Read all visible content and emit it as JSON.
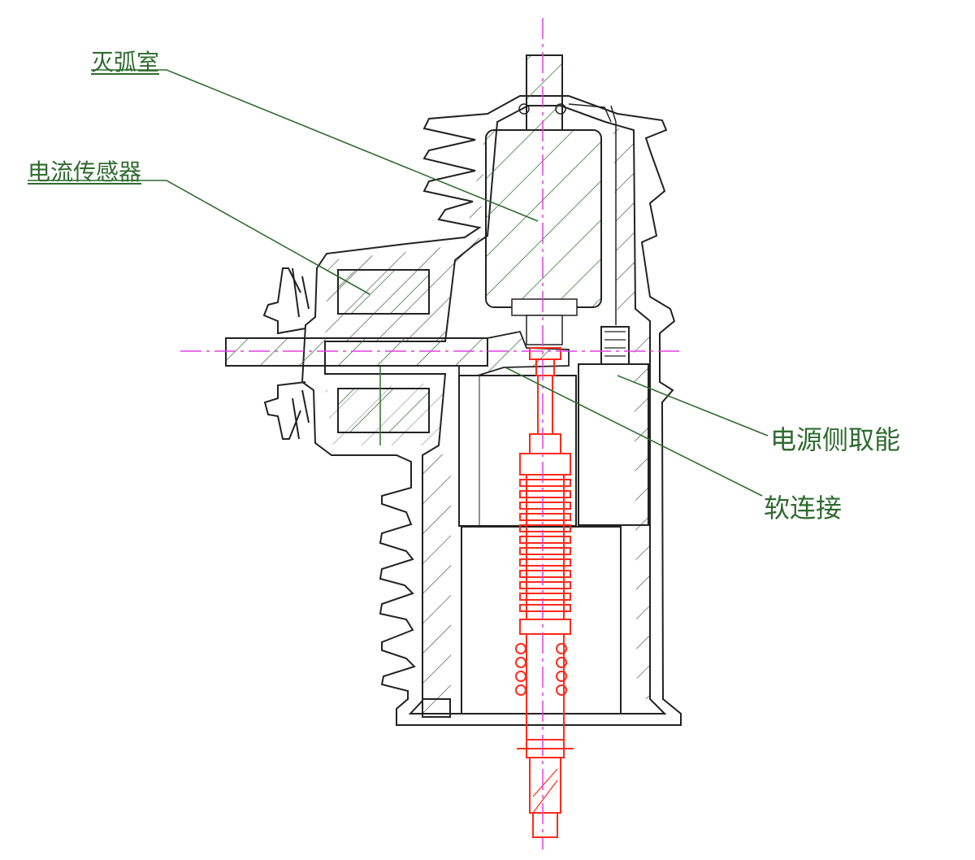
{
  "labels": {
    "arc_chamber": "灭弧室",
    "current_sensor": "电流传感器",
    "power_side_energy": "电源侧取能",
    "soft_connection": "软连接"
  },
  "colors": {
    "outline": "#222222",
    "hatch": "#3a7a3a",
    "label": "#2f6b2f",
    "leader": "#2f6b2f",
    "centerline": "#e040e0",
    "red_part": "#ff2a1a"
  }
}
